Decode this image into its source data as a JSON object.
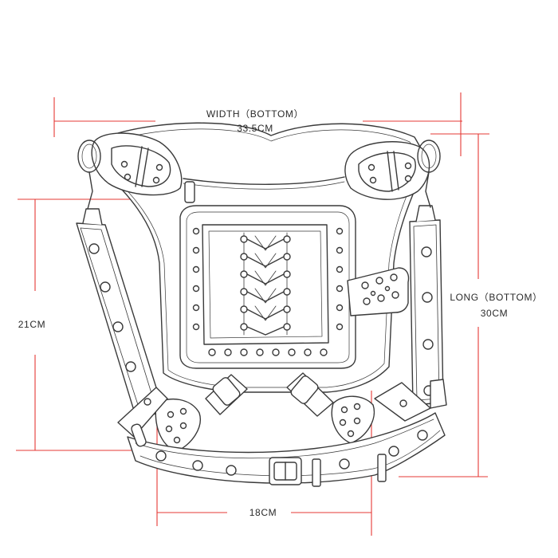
{
  "dimensions": {
    "width_bottom": {
      "label": "WIDTH（BOTTOM）",
      "value": "33.5CM"
    },
    "long_bottom": {
      "label": "LONG（BOTTOM）",
      "value": "30CM"
    },
    "height": {
      "value": "21CM"
    },
    "bottom_strap": {
      "value": "18CM"
    }
  },
  "colors": {
    "dimension_line": "#e53935",
    "sketch_stroke": "#3a3a3a",
    "background": "#ffffff"
  },
  "icons": [
    "bag-sketch",
    "d-ring",
    "grommet",
    "buckle"
  ]
}
